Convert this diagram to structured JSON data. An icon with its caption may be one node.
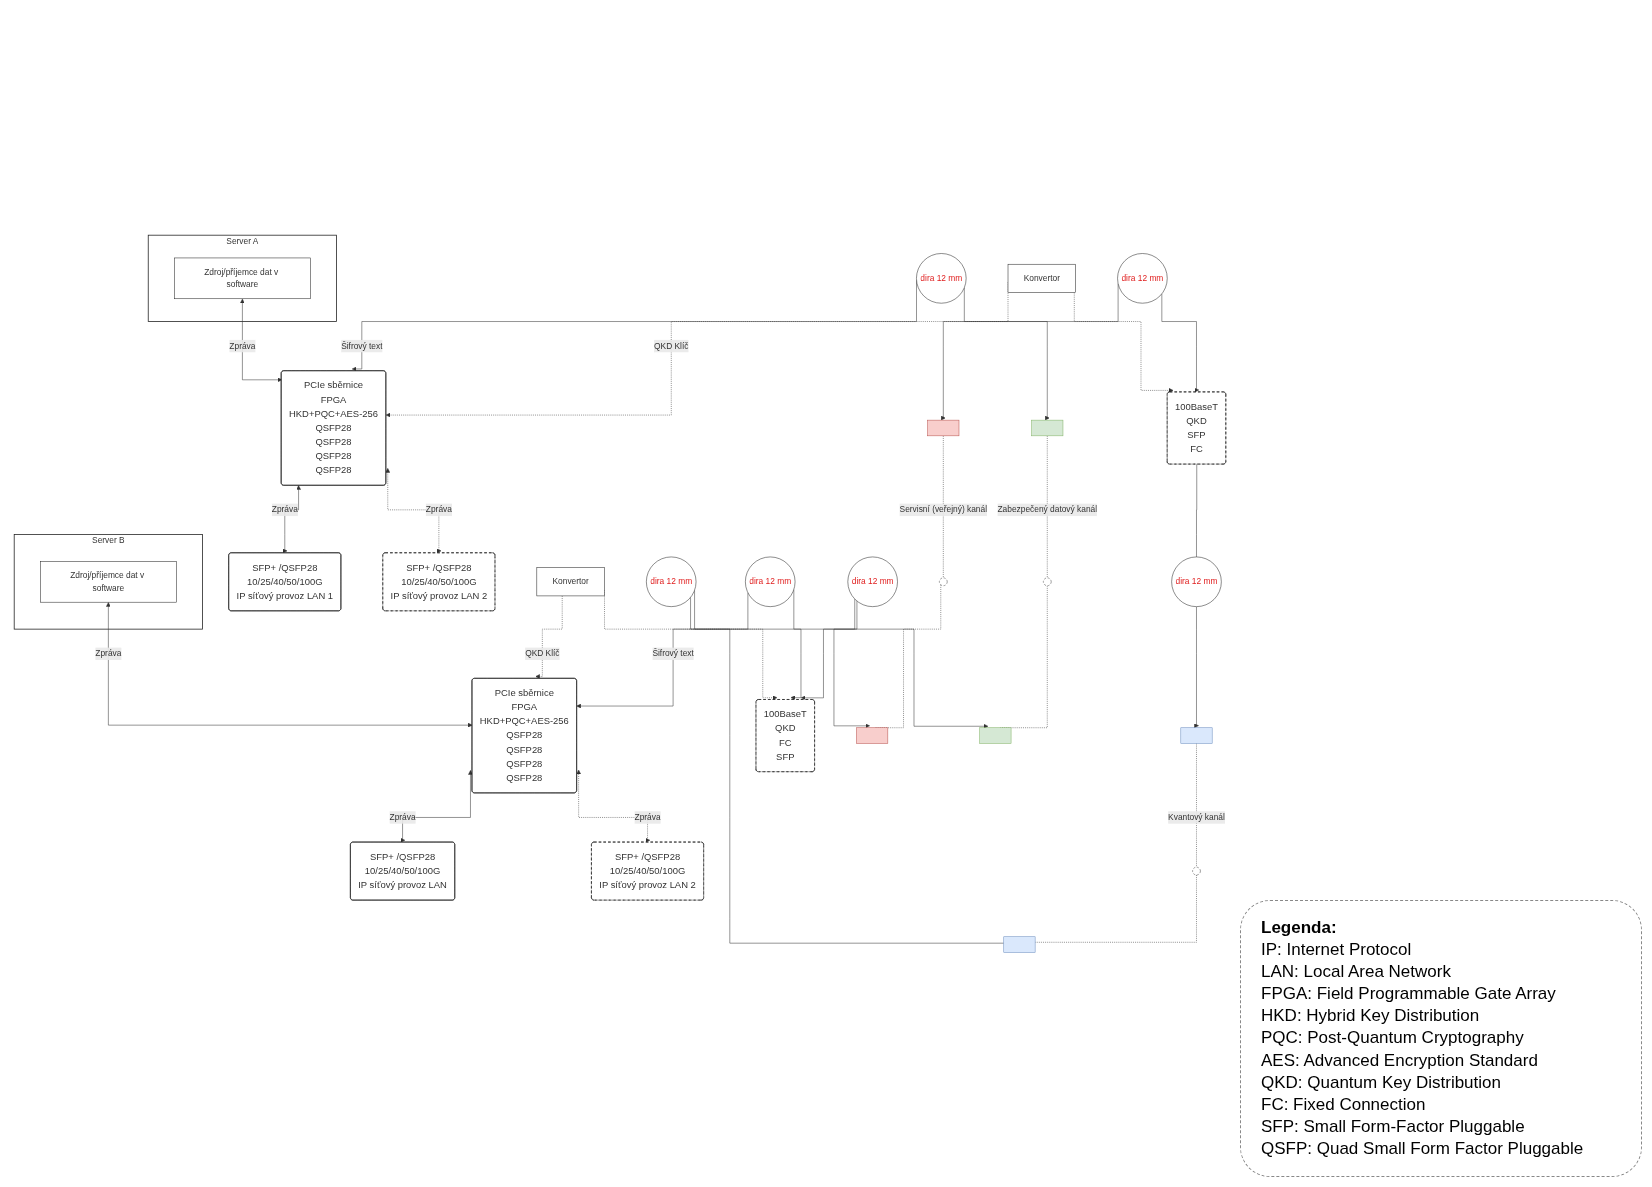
{
  "diagram": {
    "nodes": [
      {
        "text": [
          "Server A"
        ]
      },
      {
        "text": [
          "Zdroj/příjemce dat v software"
        ],
        "in": 0
      },
      {
        "text": [
          "PCIe sběrnice",
          "FPGA",
          "HKD+PQC+AES-256",
          "QSFP28",
          "QSFP28",
          "QSFP28",
          "QSFP28"
        ]
      },
      {
        "text": [
          "SFP+ /QSFP28",
          "10/25/40/50/100G",
          "IP síťový provoz LAN 1"
        ]
      },
      {
        "text": [
          "SFP+ /QSFP28",
          "10/25/40/50/100G",
          "IP síťový provoz LAN 2"
        ]
      },
      {
        "text": [
          "Konvertor"
        ]
      },
      {
        "text": [
          "100BaseT",
          "QKD",
          "SFP",
          "FC"
        ]
      },
      {
        "text": [
          "dira 12 mm"
        ]
      },
      {
        "text": [
          "dira 12 mm"
        ]
      },
      {
        "text": [
          "dira 12 mm"
        ]
      },
      {
        "text": [],
        "shape": "box"
      },
      {
        "text": [],
        "shape": "box"
      },
      {
        "text": [],
        "shape": "box"
      },
      {
        "text": [
          "Server B"
        ]
      },
      {
        "text": [
          "Zdroj/příjemce dat v software"
        ],
        "in": 13
      },
      {
        "text": [
          "PCIe sběrnice",
          "FPGA",
          "HKD+PQC+AES-256",
          "QSFP28",
          "QSFP28",
          "QSFP28",
          "QSFP28"
        ]
      },
      {
        "text": [
          "Konvertor"
        ]
      },
      {
        "text": [
          "100BaseT",
          "QKD",
          "FC",
          "SFP"
        ]
      },
      {
        "text": [
          "SFP+ /QSFP28",
          "10/25/40/50/100G",
          "IP síťový provoz LAN"
        ]
      },
      {
        "text": [
          "SFP+ /QSFP28",
          "10/25/40/50/100G",
          "IP síťový provoz LAN 2"
        ]
      },
      {
        "text": [
          "dira 12 mm"
        ]
      },
      {
        "text": [
          "dira 12 mm"
        ]
      },
      {
        "text": [
          "dira 12 mm"
        ]
      },
      {
        "text": [],
        "shape": "box"
      },
      {
        "text": [],
        "shape": "box"
      },
      {
        "text": [],
        "shape": "box"
      },
      {
        "text": [],
        "shape": "circle"
      },
      {
        "text": [],
        "shape": "circle"
      },
      {
        "text": [],
        "shape": "circle"
      }
    ],
    "edges": [
      {
        "from": 1,
        "to": 2,
        "arrow": "both",
        "label": "Zpráva"
      },
      {
        "from": 2,
        "to": 3,
        "arrow": "both",
        "label": "Zpráva"
      },
      {
        "from": 2,
        "to": 4,
        "arrow": "both",
        "label": "Zpráva",
        "style": "dashed"
      },
      {
        "from": 7,
        "to": 2,
        "arrow": "to",
        "label": "Šifrový text"
      },
      {
        "from": 5,
        "to": 2,
        "arrow": "to",
        "label": "QKD Klíč",
        "style": "dashed"
      },
      {
        "from": 5,
        "to": 6,
        "arrow": "to",
        "style": "dashed"
      },
      {
        "from": 8,
        "to": 6,
        "arrow": "to"
      },
      {
        "from": 6,
        "to": 9,
        "arrow": "none"
      },
      {
        "from": 7,
        "to": 10,
        "arrow": "to"
      },
      {
        "from": 8,
        "to": 11,
        "arrow": "to"
      },
      {
        "from": 9,
        "to": 12,
        "arrow": "to"
      },
      {
        "from": 14,
        "to": 15,
        "arrow": "both",
        "label": "Zpráva"
      },
      {
        "from": 16,
        "to": 15,
        "arrow": "to",
        "label": "QKD Klíč",
        "style": "dashed"
      },
      {
        "from": 16,
        "to": 17,
        "arrow": "to",
        "style": "dashed"
      },
      {
        "from": 22,
        "to": 15,
        "arrow": "to",
        "label": "Šifrový text"
      },
      {
        "from": 15,
        "to": 19,
        "arrow": "both",
        "label": "Zpráva",
        "style": "dashed"
      },
      {
        "from": 15,
        "to": 18,
        "arrow": "both",
        "label": "Zpráva"
      },
      {
        "from": 20,
        "to": 17,
        "arrow": "to"
      },
      {
        "from": 21,
        "to": 17,
        "arrow": "to"
      },
      {
        "from": 20,
        "to": 23,
        "arrow": "none"
      },
      {
        "from": 21,
        "to": 24,
        "arrow": "to"
      },
      {
        "from": 22,
        "to": 25,
        "arrow": "to"
      },
      {
        "from": 12,
        "to": 26,
        "arrow": "none",
        "label": "Kvantový kanál",
        "style": "dashed"
      },
      {
        "from": 26,
        "to": 23,
        "arrow": "none",
        "style": "dashed"
      },
      {
        "from": 11,
        "to": 27,
        "arrow": "none",
        "label": "Servisní (veřejný) kanál",
        "style": "dashed"
      },
      {
        "from": 27,
        "to": 24,
        "arrow": "none",
        "style": "dashed"
      },
      {
        "from": 10,
        "to": 28,
        "arrow": "none",
        "label": "Zabezpečený datový kanál",
        "style": "dashed"
      },
      {
        "from": 28,
        "to": 25,
        "arrow": "none",
        "style": "dashed"
      }
    ],
    "labels": [
      "Legenda:",
      "IP: Internet Protocol",
      "LAN: Local Area Network",
      "FPGA: Field Programmable Gate Array",
      "HKD: Hybrid Key Distribution",
      "PQC: Post-Quantum Cryptography",
      "AES: Advanced Encryption Standard",
      "QKD: Quantum Key Distribution",
      "FC: Fixed Connection",
      "SFP: Small Form-Factor Pluggable",
      "QSFP: Quad Small Form Factor Pluggable"
    ]
  }
}
